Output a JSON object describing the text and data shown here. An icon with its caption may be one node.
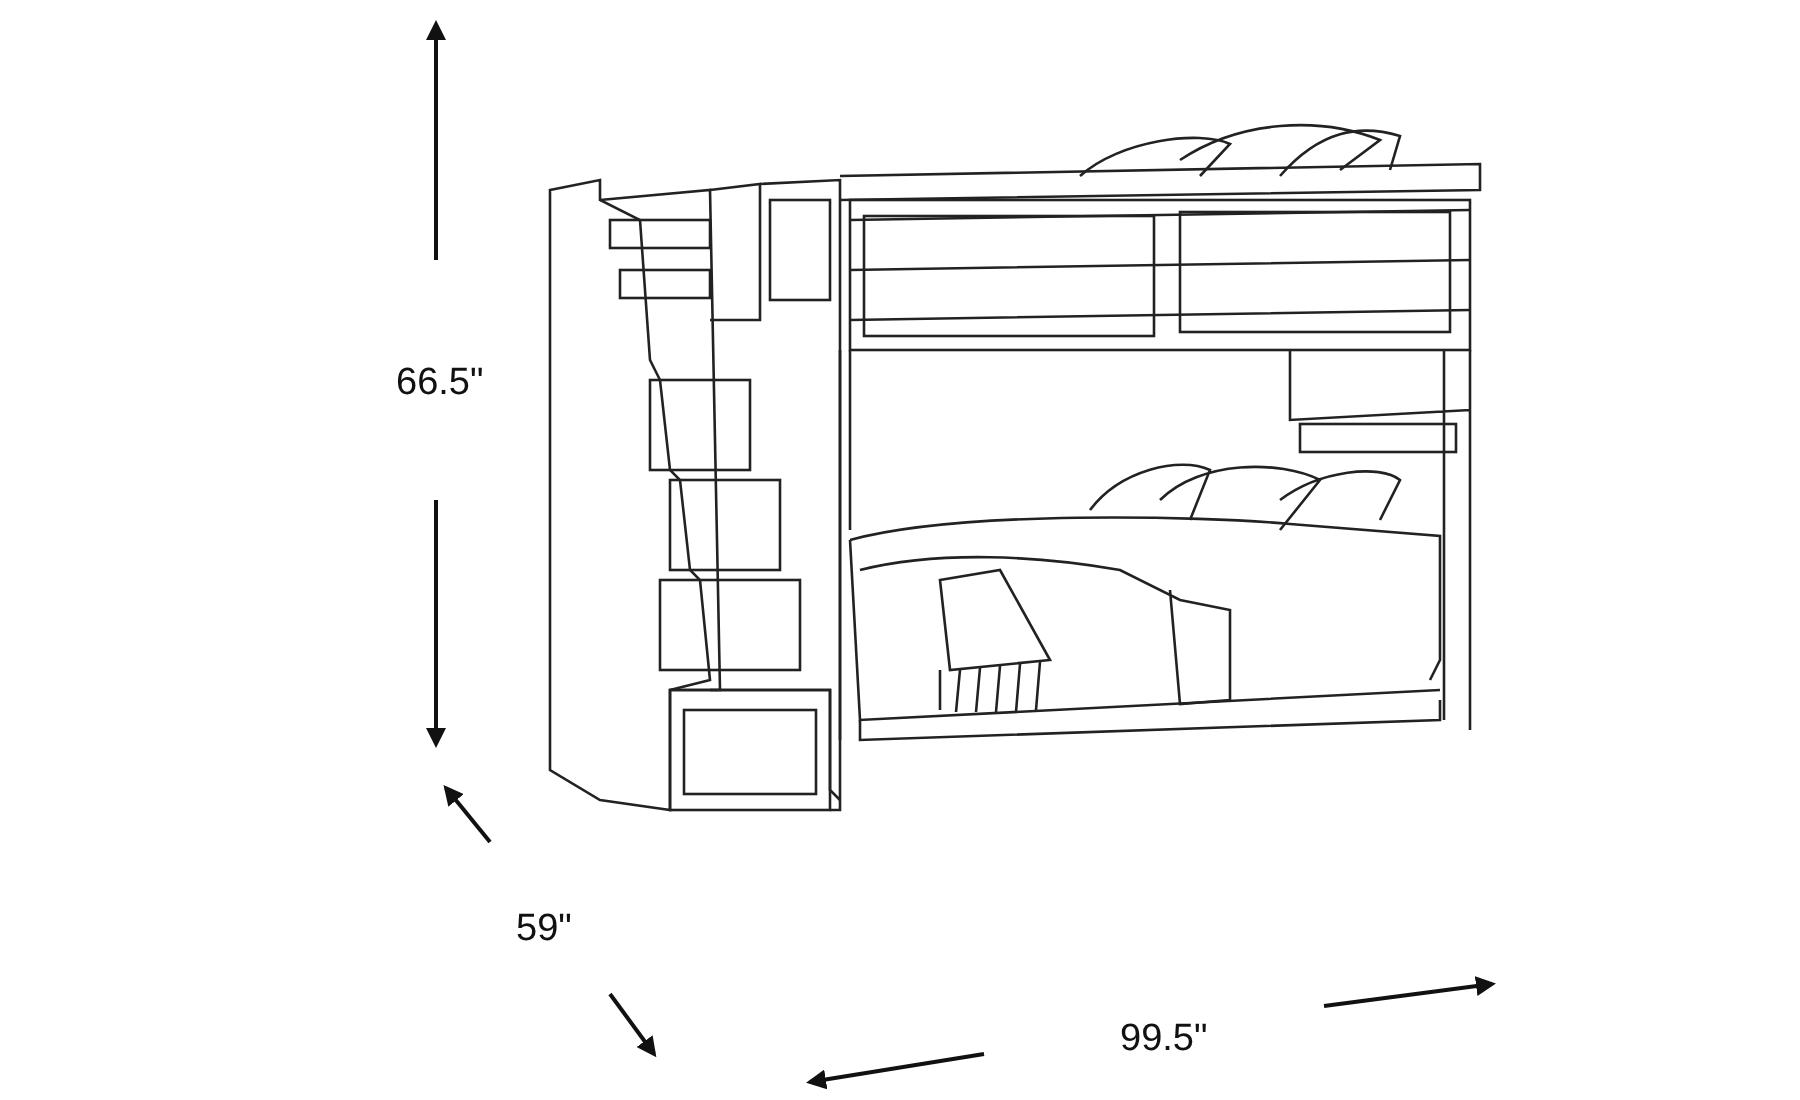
{
  "diagram": {
    "labels": [
      "66.5\"",
      "59\"",
      "99.5\""
    ]
  }
}
